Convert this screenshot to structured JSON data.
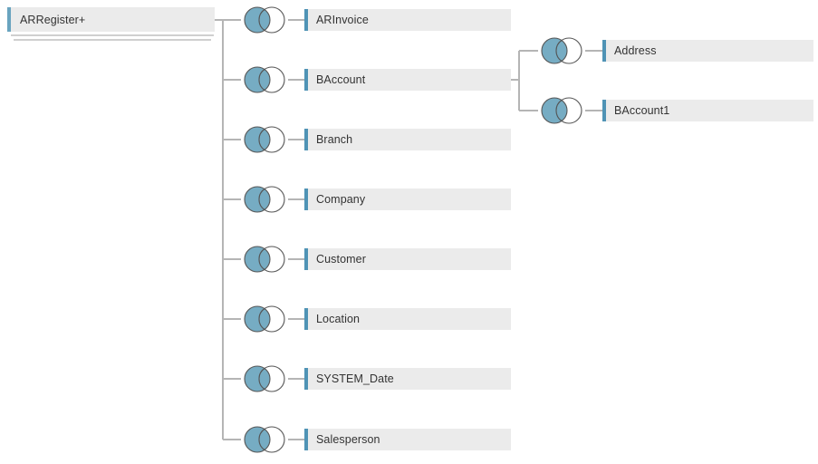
{
  "diagram": {
    "type": "join-tree",
    "root": {
      "label": "ARRegister+",
      "accent_color": "#69a4bf",
      "box_color": "#ebebeb"
    },
    "join_icon": {
      "name": "left-join-venn-icon",
      "left_circle_fill": "#6fa8c0",
      "right_circle_fill": "#ffffff",
      "stroke": "#555555"
    },
    "connector_color": "#b5b5b5",
    "children": [
      {
        "label": "ARInvoice",
        "join": "left-join"
      },
      {
        "label": "BAccount",
        "join": "left-join"
      },
      {
        "label": "Branch",
        "join": "left-join"
      },
      {
        "label": "Company",
        "join": "left-join"
      },
      {
        "label": "Customer",
        "join": "left-join"
      },
      {
        "label": "Location",
        "join": "left-join"
      },
      {
        "label": "SYSTEM_Date",
        "join": "left-join"
      },
      {
        "label": "Salesperson",
        "join": "left-join"
      }
    ],
    "grandchildren": {
      "parent": "BAccount",
      "items": [
        {
          "label": "Address",
          "join": "left-join"
        },
        {
          "label": "BAccount1",
          "join": "left-join"
        }
      ]
    }
  }
}
